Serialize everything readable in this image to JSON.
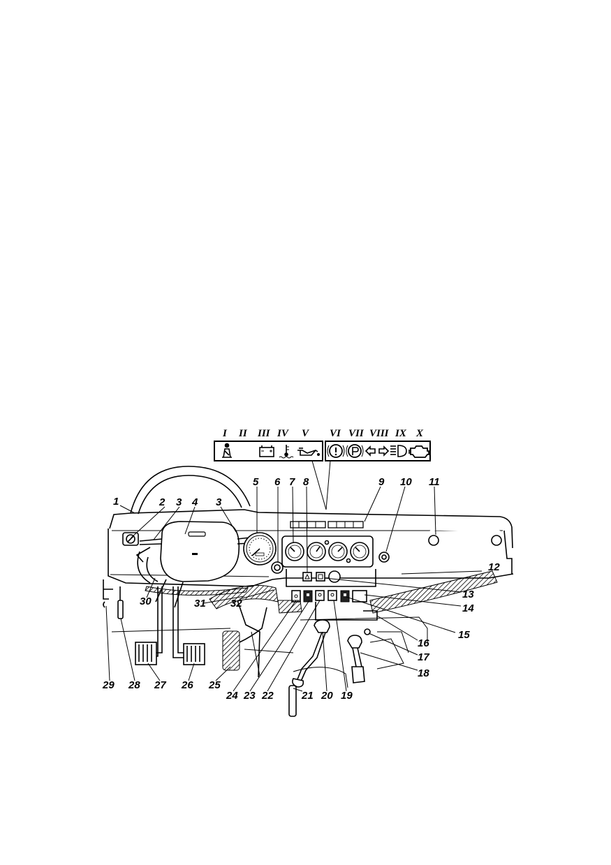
{
  "indicator_legend": {
    "roman_numerals": [
      "I",
      "II",
      "III",
      "IV",
      "V",
      "VI",
      "VII",
      "VIII",
      "IX",
      "X"
    ]
  },
  "callouts": [
    "1",
    "2",
    "3",
    "4",
    "3",
    "5",
    "6",
    "7",
    "8",
    "9",
    "10",
    "11",
    "12",
    "13",
    "14",
    "15",
    "16",
    "17",
    "18",
    "19",
    "20",
    "21",
    "22",
    "23",
    "24",
    "25",
    "26",
    "27",
    "28",
    "29",
    "30",
    "31",
    "32"
  ],
  "icons": [
    "seatbelt-icon",
    "battery-icon",
    "coolant-temperature-icon",
    "oil-pressure-icon",
    "brake-warning-icon",
    "parking-brake-icon",
    "turn-left-arrow-icon",
    "turn-right-arrow-icon",
    "high-beam-icon",
    "check-engine-icon"
  ]
}
